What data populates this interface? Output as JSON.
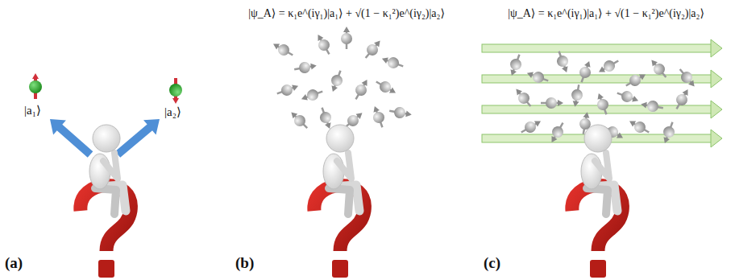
{
  "diagram": {
    "labels": [
      "|a₁⟩",
      "|a₂⟩",
      "|ψ_A⟩ = κ₁e^(iγ₁)|a₁⟩ + √(1 − κ₁²)e^(iγ₂)|a₂⟩",
      "|ψ_A⟩ = κ₁e^(iγ₁)|a₁⟩ + √(1 − κ₁²)e^(iγ₂)|a₂⟩",
      "(a)",
      "(b)",
      "(c)"
    ]
  }
}
